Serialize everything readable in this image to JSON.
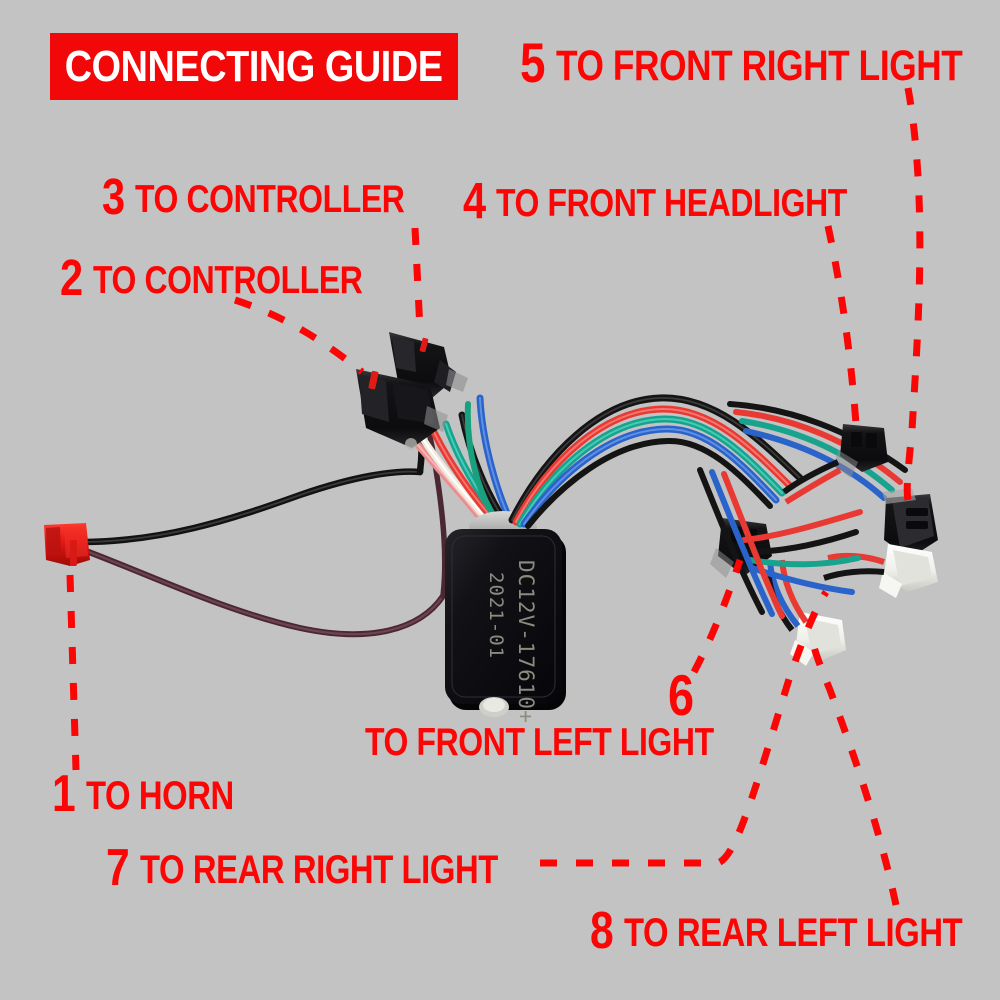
{
  "background_color": "#c3c3c3",
  "accent_color": "#fb0505",
  "title": {
    "text": "CONNECTING GUIDE",
    "banner_color": "#f20808",
    "text_color": "#ffffff"
  },
  "labels": [
    {
      "id": 1,
      "number": "1",
      "text": "TO HORN"
    },
    {
      "id": 2,
      "number": "2",
      "text": "TO CONTROLLER"
    },
    {
      "id": 3,
      "number": "3",
      "text": "TO CONTROLLER"
    },
    {
      "id": 4,
      "number": "4",
      "text": "TO FRONT HEADLIGHT"
    },
    {
      "id": 5,
      "number": "5",
      "text": "TO FRONT RIGHT LIGHT"
    },
    {
      "id": 6,
      "number": "6",
      "text": "TO FRONT LEFT LIGHT"
    },
    {
      "id": 7,
      "number": "7",
      "text": "TO REAR RIGHT LIGHT"
    },
    {
      "id": 8,
      "number": "8",
      "text": "TO REAR LEFT LIGHT"
    }
  ],
  "module": {
    "line1": "DC12V-17610+",
    "line2": "2021-01",
    "body_color": "#111113",
    "text_color": "#8d8a80"
  },
  "connectors": [
    {
      "name": "horn-connector",
      "color": "#e01b17",
      "type": "red-2pin"
    },
    {
      "name": "controller-connector-small",
      "color": "#1a1a1c",
      "type": "black-small"
    },
    {
      "name": "controller-connector-large",
      "color": "#1a1a1c",
      "type": "black-large"
    },
    {
      "name": "front-headlight-connector",
      "color": "#1a1a1c",
      "type": "black-2pin"
    },
    {
      "name": "front-right-connector",
      "color": "#3c3c40",
      "type": "black-3pin"
    },
    {
      "name": "front-left-connector",
      "color": "#1a1a1c",
      "type": "black-2pin"
    },
    {
      "name": "rear-right-connector",
      "color": "#f3f3f1",
      "type": "white-2pin"
    },
    {
      "name": "rear-left-connector",
      "color": "#f3f3f1",
      "type": "white-2pin"
    }
  ],
  "wire_colors": {
    "black": "#141414",
    "red": "#e83a33",
    "blue": "#2a63c9",
    "teal": "#18a38e",
    "white": "#efeade",
    "pink": "#ec8a8c",
    "purple": "#5d3540",
    "green": "#19a07e"
  }
}
